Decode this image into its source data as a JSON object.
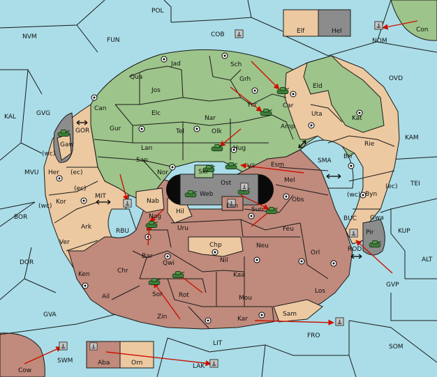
{
  "colors": {
    "sea": "#aadde8",
    "green_power": "#9dc48a",
    "tan_power": "#ecc9a1",
    "red_power": "#c08a7c",
    "gray_power": "#8c8c8c",
    "black_center": "#0a0a0a",
    "order_arrow": "#cc1100",
    "unit_green": "#3f7d3a",
    "unit_gray": "#7a7a7a"
  },
  "map": {
    "sea_labels": [
      "POL",
      "NVM",
      "FUN",
      "COB",
      "NOM",
      "Con",
      "OVD",
      "KAL",
      "GVG",
      "GOR",
      "KAM",
      "MVU",
      "MIT",
      "BOR",
      "RBU",
      "SMA",
      "TEI",
      "BUC",
      "KUP",
      "ROD",
      "ALT",
      "DOR",
      "GVP",
      "GVA",
      "FRO",
      "SOM",
      "LIT",
      "SWM",
      "LAK",
      "Cow"
    ],
    "green_labels": [
      "Jad",
      "Sch",
      "Qua",
      "Jos",
      "Grh",
      "Can",
      "Elc",
      "Nar",
      "Tel",
      "Olk",
      "Gur",
      "Lan",
      "Hug",
      "Sap",
      "Nor",
      "Ycr",
      "Car",
      "Eld",
      "Kat",
      "Vil"
    ],
    "tan_labels": [
      "Elf",
      "Gaw",
      "Her",
      "Kor",
      "Ark",
      "Ver",
      "Nab",
      "Hil",
      "Chp",
      "Uta",
      "Amp",
      "Esm",
      "Rie",
      "Bri",
      "Byn",
      "Gwa",
      "Orn",
      "Sam"
    ],
    "red_labels": [
      "Mel",
      "Obs",
      "Eun",
      "Sun",
      "Nog",
      "Uru",
      "Feu",
      "Neu",
      "Orl",
      "Bar",
      "Qwi",
      "Nil",
      "Ken",
      "Chr",
      "Kaa",
      "Los",
      "Ail",
      "Sor",
      "Rot",
      "Mou",
      "Zin",
      "Kar",
      "Aba"
    ],
    "gray_labels": [
      "Hel",
      "Skr",
      "Web",
      "Ost",
      "Pir"
    ],
    "coast_tags": [
      "(wc)",
      "(ec)",
      "(ec)",
      "(wc)",
      "(wc)",
      "(ec)"
    ]
  }
}
